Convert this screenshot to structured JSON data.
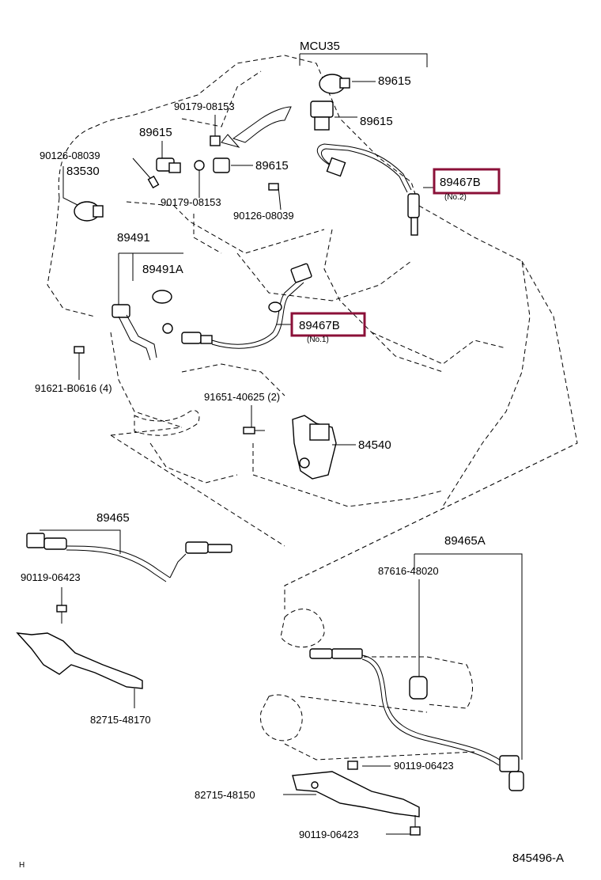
{
  "diagram": {
    "model": "MCU35",
    "figure_id": "845496-A",
    "corner_mark": "H",
    "highlight_color": "#8b1038",
    "labels": {
      "p89615_a": "89615",
      "p89615_b": "89615",
      "p89615_c": "89615",
      "p89615_d": "89615",
      "p90179_08153_a": "90179-08153",
      "p90179_08153_b": "90179-08153",
      "p90126_08039_a": "90126-08039",
      "p90126_08039_b": "90126-08039",
      "p83530": "83530",
      "p89491": "89491",
      "p89491A": "89491A",
      "p89467B_no2": "89467B",
      "p89467B_no2_note": "(No.2)",
      "p89467B_no1": "89467B",
      "p89467B_no1_note": "(No.1)",
      "p91621": "91621-B0616 (4)",
      "p91651": "91651-40625 (2)",
      "p84540": "84540",
      "p89465": "89465",
      "p90119_06423_a": "90119-06423",
      "p82715_48170": "82715-48170",
      "p89465A": "89465A",
      "p87616_48020": "87616-48020",
      "p90119_06423_b": "90119-06423",
      "p82715_48150": "82715-48150",
      "p90119_06423_c": "90119-06423"
    }
  }
}
